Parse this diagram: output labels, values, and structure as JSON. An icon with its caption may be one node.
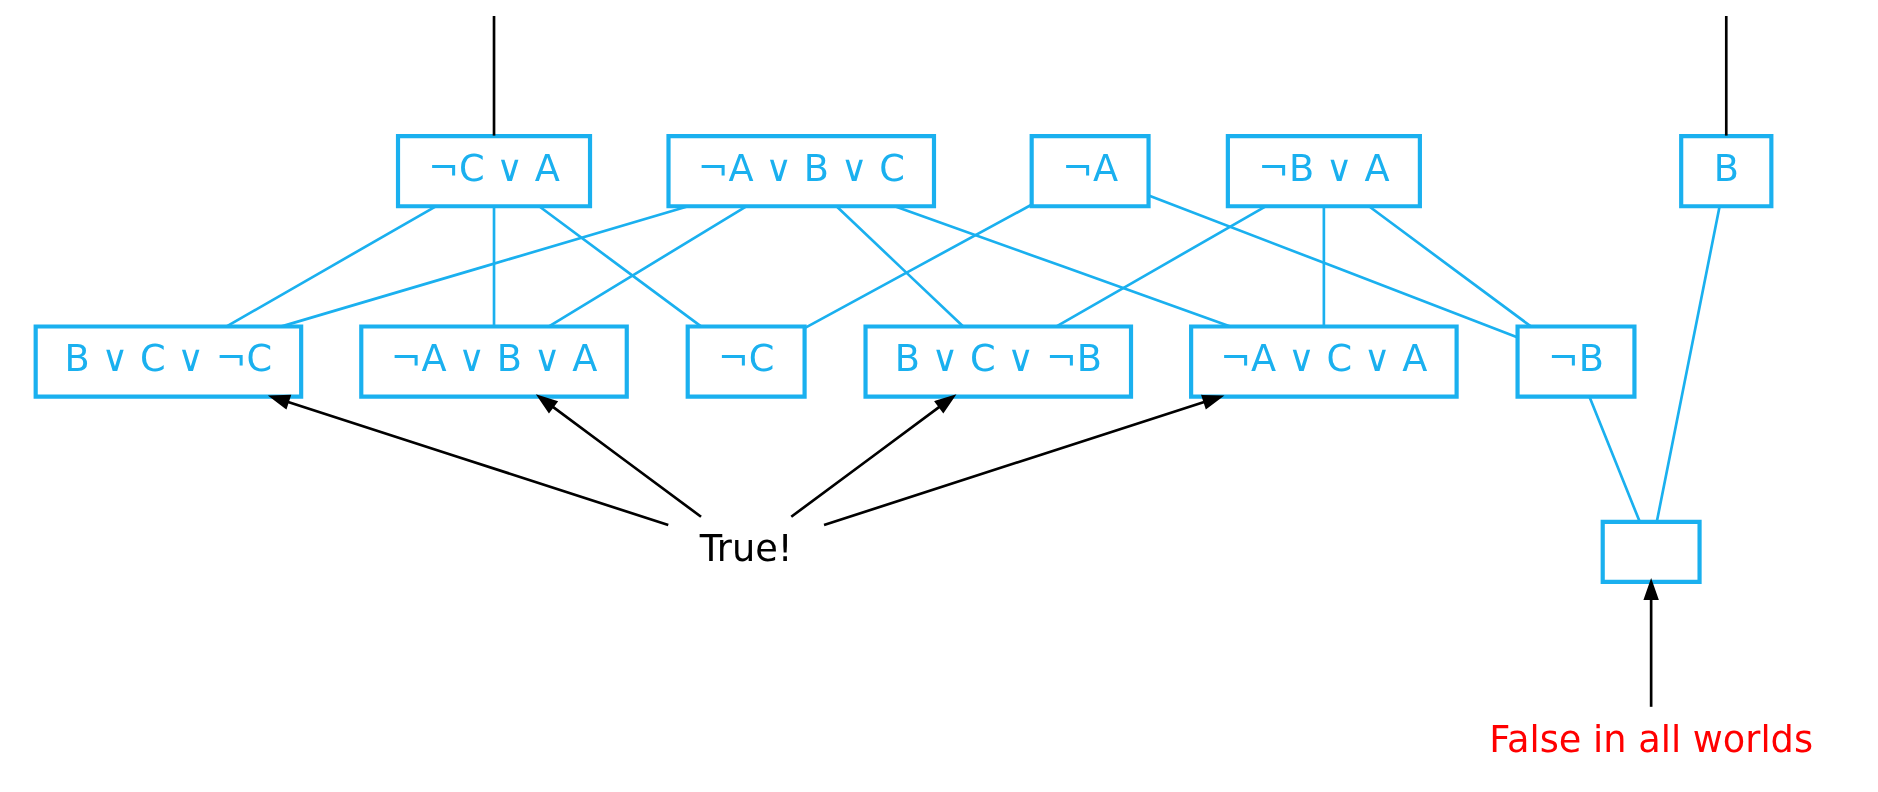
{
  "diagram": {
    "nodes": [
      {
        "text": [
          "¬C ∨ A"
        ]
      },
      {
        "text": [
          "¬A ∨ B ∨ C"
        ]
      },
      {
        "text": [
          "¬B ∨ A"
        ]
      },
      {
        "text": [
          "¬A"
        ]
      },
      {
        "text": [
          "B"
        ]
      },
      {
        "text": [
          "¬A ∨ B ∨ A"
        ]
      },
      {
        "text": [
          "B ∨ C ∨ ¬C"
        ]
      },
      {
        "text": [
          "¬A ∨ C ∨ A"
        ]
      },
      {
        "text": [
          "B ∨ C ∨ ¬B"
        ]
      },
      {
        "text": [
          "¬C"
        ]
      },
      {
        "text": [
          "¬B"
        ]
      },
      {
        "text": [],
        "shape": "box"
      },
      {
        "text": [
          "True!"
        ]
      },
      {
        "text": [
          "False in all worlds"
        ]
      }
    ],
    "edges": [
      {
        "from": 0,
        "to": 5,
        "arrow": "none"
      },
      {
        "from": 1,
        "to": 5,
        "arrow": "none"
      },
      {
        "from": 0,
        "to": 6,
        "arrow": "none"
      },
      {
        "from": 1,
        "to": 6,
        "arrow": "none"
      },
      {
        "from": 1,
        "to": 7,
        "arrow": "none"
      },
      {
        "from": 2,
        "to": 7,
        "arrow": "none"
      },
      {
        "from": 1,
        "to": 8,
        "arrow": "none"
      },
      {
        "from": 2,
        "to": 8,
        "arrow": "none"
      },
      {
        "from": 0,
        "to": 9,
        "arrow": "none"
      },
      {
        "from": 3,
        "to": 9,
        "arrow": "none"
      },
      {
        "from": 2,
        "to": 10,
        "arrow": "none"
      },
      {
        "from": 3,
        "to": 10,
        "arrow": "none"
      },
      {
        "from": 4,
        "to": 11,
        "arrow": "none"
      },
      {
        "from": 10,
        "to": 11,
        "arrow": "none"
      },
      {
        "from": null,
        "to": 0,
        "arrow": "none",
        "color": "#000000"
      },
      {
        "from": null,
        "to": 4,
        "arrow": "none",
        "color": "#000000"
      },
      {
        "from": 12,
        "to": 5,
        "arrow": "to",
        "color": "#000000"
      },
      {
        "from": 12,
        "to": 6,
        "arrow": "to",
        "color": "#000000"
      },
      {
        "from": 12,
        "to": 7,
        "arrow": "to",
        "color": "#000000"
      },
      {
        "from": 12,
        "to": 8,
        "arrow": "to",
        "color": "#000000"
      },
      {
        "from": 13,
        "to": 11,
        "arrow": "to",
        "color": "#000000"
      }
    ]
  }
}
